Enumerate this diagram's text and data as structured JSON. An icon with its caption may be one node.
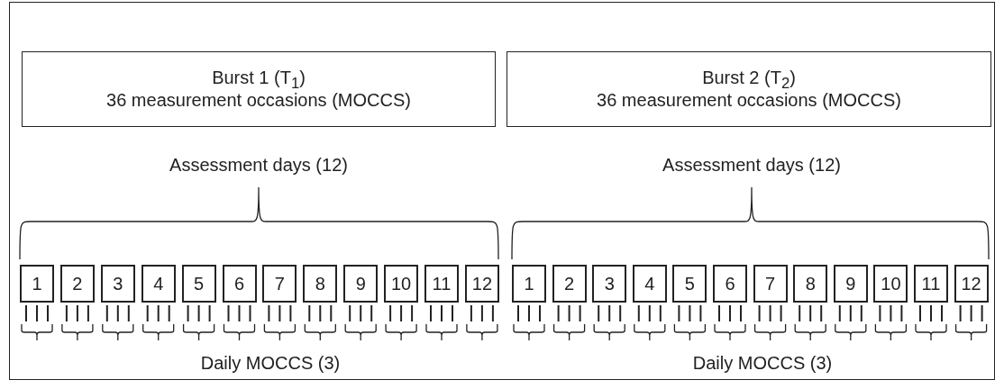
{
  "diagram": {
    "nodes": [
      {
        "text": [
          "Burst 1 (T$_{1}$)",
          "36 measurement occasions (MOCCS)"
        ]
      },
      {
        "text": [
          "Burst 2 (T$_{2}$)",
          "36 measurement occasions (MOCCS)"
        ]
      },
      {
        "text": [
          "1"
        ]
      },
      {
        "text": [
          "2"
        ]
      },
      {
        "text": [
          "3"
        ]
      },
      {
        "text": [
          "4"
        ]
      },
      {
        "text": [
          "5"
        ]
      },
      {
        "text": [
          "6"
        ]
      },
      {
        "text": [
          "7"
        ]
      },
      {
        "text": [
          "8"
        ]
      },
      {
        "text": [
          "9"
        ]
      },
      {
        "text": [
          "10"
        ]
      },
      {
        "text": [
          "11"
        ]
      },
      {
        "text": [
          "12"
        ]
      },
      {
        "text": [
          "1"
        ]
      },
      {
        "text": [
          "2"
        ]
      },
      {
        "text": [
          "3"
        ]
      },
      {
        "text": [
          "4"
        ]
      },
      {
        "text": [
          "5"
        ]
      },
      {
        "text": [
          "6"
        ]
      },
      {
        "text": [
          "7"
        ]
      },
      {
        "text": [
          "8"
        ]
      },
      {
        "text": [
          "9"
        ]
      },
      {
        "text": [
          "10"
        ]
      },
      {
        "text": [
          "11"
        ]
      },
      {
        "text": [
          "12"
        ]
      }
    ],
    "labels": [
      "Assessment days (12)",
      "Assessment days (12)",
      "Daily MOCCS (3)",
      "Daily MOCCS (3)"
    ]
  }
}
